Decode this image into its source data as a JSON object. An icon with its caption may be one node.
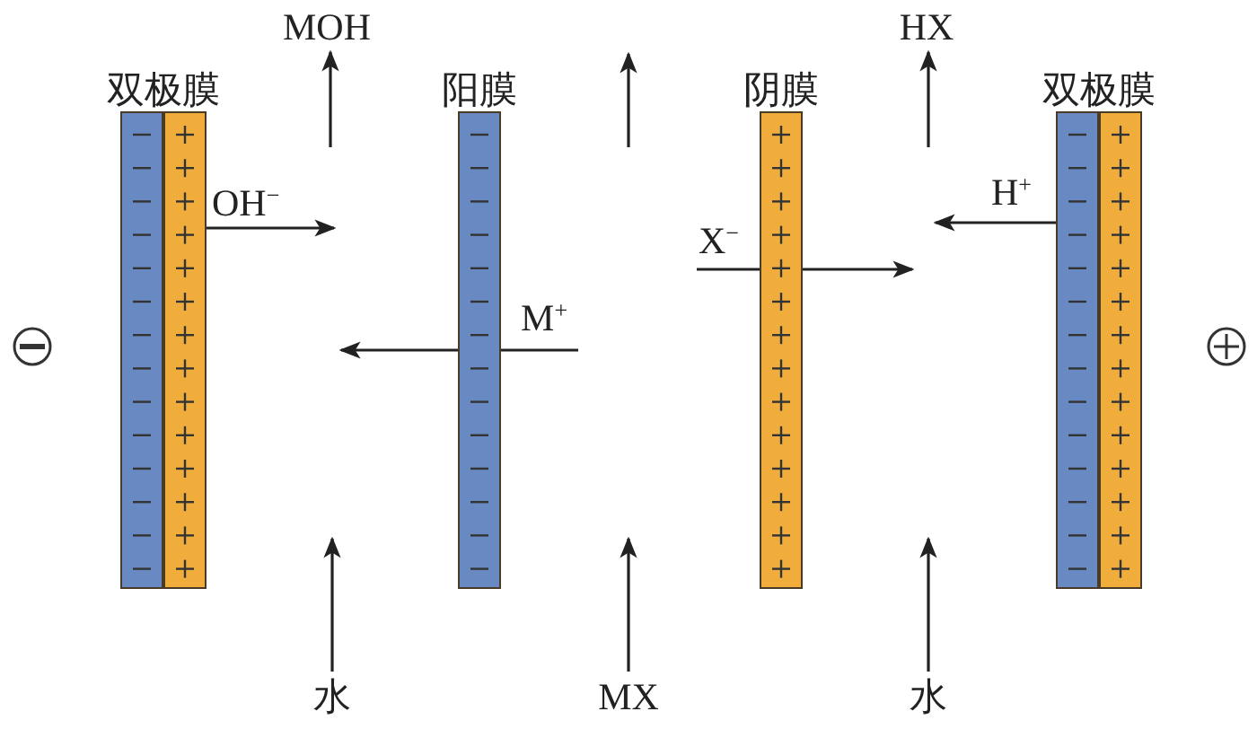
{
  "diagram": {
    "nodes": [
      {
        "text": [
          "双极膜"
        ]
      },
      {
        "text": [
          "阳膜"
        ]
      },
      {
        "text": [
          "阴膜"
        ]
      },
      {
        "text": [
          "双极膜"
        ]
      },
      {
        "text": [
          "MOH"
        ]
      },
      {
        "text": [
          "HX"
        ]
      },
      {
        "text": [
          "水"
        ]
      },
      {
        "text": [
          "MX"
        ]
      },
      {
        "text": [
          "水"
        ]
      }
    ],
    "edges": [
      {
        "from": null,
        "to": 4,
        "arrow": "to"
      },
      {
        "from": null,
        "to": 5,
        "arrow": "to"
      },
      {
        "from": 6,
        "to": null,
        "arrow": "to"
      },
      {
        "from": 7,
        "to": null,
        "arrow": "to"
      },
      {
        "from": 8,
        "to": null,
        "arrow": "to"
      },
      {
        "from": 0,
        "to": null,
        "arrow": "to",
        "label": "OH$^{−}$"
      },
      {
        "from": 3,
        "to": null,
        "arrow": "to",
        "label": "H$^{+}$"
      }
    ],
    "labels": [
      "M$^{+}$",
      "X$^{−}$"
    ]
  }
}
